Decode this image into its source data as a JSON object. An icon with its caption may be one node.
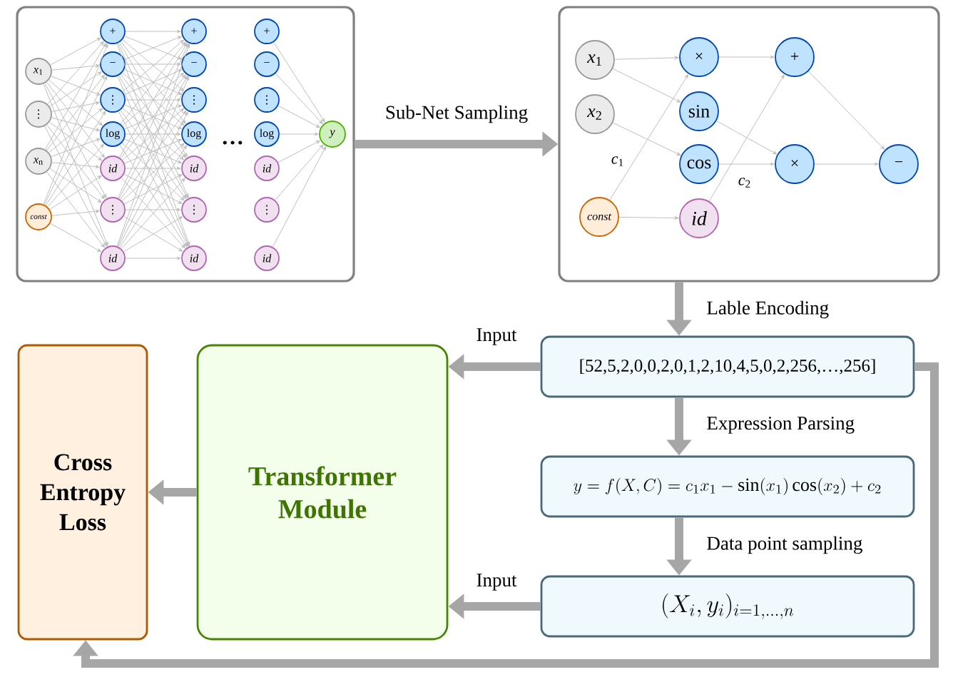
{
  "diagram": {
    "nodes": [
      {
        "text": [],
        "shape": "box"
      },
      {
        "text": [
          "*x*$_{1}$"
        ],
        "in": 0
      },
      {
        "text": [
          "⋮"
        ],
        "in": 0
      },
      {
        "text": [
          "*x*$_{n}$"
        ],
        "in": 0
      },
      {
        "text": [
          "const"
        ],
        "in": 0
      },
      {
        "text": [
          "+"
        ],
        "in": 0
      },
      {
        "text": [
          "−"
        ],
        "in": 0
      },
      {
        "text": [
          "⋮"
        ],
        "in": 0
      },
      {
        "text": [
          "log"
        ],
        "in": 0
      },
      {
        "text": [
          "id"
        ],
        "in": 0
      },
      {
        "text": [
          "⋮"
        ],
        "in": 0
      },
      {
        "text": [
          "id"
        ],
        "in": 0
      },
      {
        "text": [
          "+"
        ],
        "in": 0
      },
      {
        "text": [
          "−"
        ],
        "in": 0
      },
      {
        "text": [
          "⋮"
        ],
        "in": 0
      },
      {
        "text": [
          "log"
        ],
        "in": 0
      },
      {
        "text": [
          "id"
        ],
        "in": 0
      },
      {
        "text": [
          "⋮"
        ],
        "in": 0
      },
      {
        "text": [
          "id"
        ],
        "in": 0
      },
      {
        "text": [
          "+"
        ],
        "in": 0
      },
      {
        "text": [
          "−"
        ],
        "in": 0
      },
      {
        "text": [
          "⋮"
        ],
        "in": 0
      },
      {
        "text": [
          "log"
        ],
        "in": 0
      },
      {
        "text": [
          "id"
        ],
        "in": 0
      },
      {
        "text": [
          "⋮"
        ],
        "in": 0
      },
      {
        "text": [
          "id"
        ],
        "in": 0
      },
      {
        "text": [
          "y"
        ],
        "in": 0
      },
      {
        "text": [],
        "shape": "box"
      },
      {
        "text": [
          "*x*$_{1}$"
        ],
        "in": 27
      },
      {
        "text": [
          "*x*$_{2}$"
        ],
        "in": 27
      },
      {
        "text": [
          "const"
        ],
        "in": 27
      },
      {
        "text": [
          "×"
        ],
        "in": 27
      },
      {
        "text": [
          "sin"
        ],
        "in": 27
      },
      {
        "text": [
          "cos"
        ],
        "in": 27
      },
      {
        "text": [
          "id"
        ],
        "in": 27
      },
      {
        "text": [
          "+"
        ],
        "in": 27
      },
      {
        "text": [
          "×"
        ],
        "in": 27
      },
      {
        "text": [
          "−"
        ],
        "in": 27
      },
      {
        "text": [
          "Cross Entropy Loss"
        ]
      },
      {
        "text": [
          "Transformer Module"
        ]
      },
      {
        "text": [
          "[52,5,2,0,0,2,0,1,2,10,4,5,0,2,256,…,256]"
        ]
      },
      {
        "text": [
          "y=f(X,C)=c_1x_1-\\sin(x_1)\\cos(x_2)+c_2"
        ]
      },
      {
        "text": [
          "(X_i,y_i)_{i=1,\\ldots,n}"
        ]
      }
    ],
    "edges": [
      {
        "from": 1,
        "to": 5,
        "arrow": "to"
      },
      {
        "from": 1,
        "to": 6,
        "arrow": "to"
      },
      {
        "from": 1,
        "to": 7,
        "arrow": "to"
      },
      {
        "from": 1,
        "to": 8,
        "arrow": "to"
      },
      {
        "from": 1,
        "to": 9,
        "arrow": "to"
      },
      {
        "from": 1,
        "to": 10,
        "arrow": "to"
      },
      {
        "from": 1,
        "to": 11,
        "arrow": "to"
      },
      {
        "from": 2,
        "to": 5,
        "arrow": "to"
      },
      {
        "from": 2,
        "to": 6,
        "arrow": "to"
      },
      {
        "from": 2,
        "to": 7,
        "arrow": "to"
      },
      {
        "from": 2,
        "to": 8,
        "arrow": "to"
      },
      {
        "from": 2,
        "to": 9,
        "arrow": "to"
      },
      {
        "from": 2,
        "to": 10,
        "arrow": "to"
      },
      {
        "from": 2,
        "to": 11,
        "arrow": "to"
      },
      {
        "from": 3,
        "to": 5,
        "arrow": "to"
      },
      {
        "from": 3,
        "to": 6,
        "arrow": "to"
      },
      {
        "from": 3,
        "to": 7,
        "arrow": "to"
      },
      {
        "from": 3,
        "to": 8,
        "arrow": "to"
      },
      {
        "from": 3,
        "to": 9,
        "arrow": "to"
      },
      {
        "from": 3,
        "to": 10,
        "arrow": "to"
      },
      {
        "from": 3,
        "to": 11,
        "arrow": "to"
      },
      {
        "from": 4,
        "to": 5,
        "arrow": "to"
      },
      {
        "from": 4,
        "to": 6,
        "arrow": "to"
      },
      {
        "from": 4,
        "to": 7,
        "arrow": "to"
      },
      {
        "from": 4,
        "to": 8,
        "arrow": "to"
      },
      {
        "from": 4,
        "to": 9,
        "arrow": "to"
      },
      {
        "from": 4,
        "to": 10,
        "arrow": "to"
      },
      {
        "from": 4,
        "to": 11,
        "arrow": "to"
      },
      {
        "from": 5,
        "to": 12,
        "arrow": "to"
      },
      {
        "from": 5,
        "to": 13,
        "arrow": "to"
      },
      {
        "from": 5,
        "to": 14,
        "arrow": "to"
      },
      {
        "from": 5,
        "to": 15,
        "arrow": "to"
      },
      {
        "from": 5,
        "to": 16,
        "arrow": "to"
      },
      {
        "from": 5,
        "to": 17,
        "arrow": "to"
      },
      {
        "from": 5,
        "to": 18,
        "arrow": "to"
      },
      {
        "from": 6,
        "to": 12,
        "arrow": "to"
      },
      {
        "from": 6,
        "to": 13,
        "arrow": "to"
      },
      {
        "from": 6,
        "to": 14,
        "arrow": "to"
      },
      {
        "from": 6,
        "to": 15,
        "arrow": "to"
      },
      {
        "from": 6,
        "to": 16,
        "arrow": "to"
      },
      {
        "from": 6,
        "to": 17,
        "arrow": "to"
      },
      {
        "from": 6,
        "to": 18,
        "arrow": "to"
      },
      {
        "from": 7,
        "to": 12,
        "arrow": "to"
      },
      {
        "from": 7,
        "to": 13,
        "arrow": "to"
      },
      {
        "from": 7,
        "to": 14,
        "arrow": "to"
      },
      {
        "from": 7,
        "to": 15,
        "arrow": "to"
      },
      {
        "from": 7,
        "to": 16,
        "arrow": "to"
      },
      {
        "from": 7,
        "to": 17,
        "arrow": "to"
      },
      {
        "from": 7,
        "to": 18,
        "arrow": "to"
      },
      {
        "from": 8,
        "to": 12,
        "arrow": "to"
      },
      {
        "from": 8,
        "to": 13,
        "arrow": "to"
      },
      {
        "from": 8,
        "to": 14,
        "arrow": "to"
      },
      {
        "from": 8,
        "to": 15,
        "arrow": "to"
      },
      {
        "from": 8,
        "to": 16,
        "arrow": "to"
      },
      {
        "from": 8,
        "to": 17,
        "arrow": "to"
      },
      {
        "from": 8,
        "to": 18,
        "arrow": "to"
      },
      {
        "from": 9,
        "to": 12,
        "arrow": "to"
      },
      {
        "from": 9,
        "to": 13,
        "arrow": "to"
      },
      {
        "from": 9,
        "to": 14,
        "arrow": "to"
      },
      {
        "from": 9,
        "to": 15,
        "arrow": "to"
      },
      {
        "from": 9,
        "to": 16,
        "arrow": "to"
      },
      {
        "from": 9,
        "to": 17,
        "arrow": "to"
      },
      {
        "from": 9,
        "to": 18,
        "arrow": "to"
      },
      {
        "from": 10,
        "to": 12,
        "arrow": "to"
      },
      {
        "from": 10,
        "to": 13,
        "arrow": "to"
      },
      {
        "from": 10,
        "to": 14,
        "arrow": "to"
      },
      {
        "from": 10,
        "to": 15,
        "arrow": "to"
      },
      {
        "from": 10,
        "to": 16,
        "arrow": "to"
      },
      {
        "from": 10,
        "to": 17,
        "arrow": "to"
      },
      {
        "from": 10,
        "to": 18,
        "arrow": "to"
      },
      {
        "from": 11,
        "to": 12,
        "arrow": "to"
      },
      {
        "from": 11,
        "to": 13,
        "arrow": "to"
      },
      {
        "from": 11,
        "to": 14,
        "arrow": "to"
      },
      {
        "from": 11,
        "to": 15,
        "arrow": "to"
      },
      {
        "from": 11,
        "to": 16,
        "arrow": "to"
      },
      {
        "from": 11,
        "to": 17,
        "arrow": "to"
      },
      {
        "from": 11,
        "to": 18,
        "arrow": "to"
      },
      {
        "from": 19,
        "to": 26,
        "arrow": "to"
      },
      {
        "from": 20,
        "to": 26,
        "arrow": "to"
      },
      {
        "from": 21,
        "to": 26,
        "arrow": "to"
      },
      {
        "from": 22,
        "to": 26,
        "arrow": "to"
      },
      {
        "from": 23,
        "to": 26,
        "arrow": "to"
      },
      {
        "from": 24,
        "to": 26,
        "arrow": "to"
      },
      {
        "from": 25,
        "to": 26,
        "arrow": "to"
      },
      {
        "from": 28,
        "to": 31,
        "arrow": "to"
      },
      {
        "from": 28,
        "to": 32,
        "arrow": "to"
      },
      {
        "from": 29,
        "to": 33,
        "arrow": "to"
      },
      {
        "from": 30,
        "to": 31,
        "arrow": "to",
        "label": "*c*$_{1}$"
      },
      {
        "from": 30,
        "to": 34,
        "arrow": "to"
      },
      {
        "from": 31,
        "to": 35,
        "arrow": "to"
      },
      {
        "from": 32,
        "to": 36,
        "arrow": "to"
      },
      {
        "from": 33,
        "to": 36,
        "arrow": "to"
      },
      {
        "from": 34,
        "to": 35,
        "arrow": "to",
        "label": "*c*$_{2}$"
      },
      {
        "from": 35,
        "to": 37,
        "arrow": "to"
      },
      {
        "from": 36,
        "to": 37,
        "arrow": "to"
      },
      {
        "from": 0,
        "to": 27,
        "arrow": "to",
        "label": "Sub-Net Sampling",
        "style": "thick",
        "color": "#a6a6a6"
      },
      {
        "from": 27,
        "to": 40,
        "arrow": "to",
        "label": "Lable Encoding",
        "style": "thick",
        "color": "#a6a6a6"
      },
      {
        "from": 40,
        "to": 39,
        "arrow": "to",
        "label": "Input",
        "style": "thick",
        "color": "#a6a6a6"
      },
      {
        "from": 40,
        "to": 41,
        "arrow": "to",
        "label": "Expression Parsing",
        "style": "thick",
        "color": "#a6a6a6"
      },
      {
        "from": 41,
        "to": 42,
        "arrow": "to",
        "label": "Data point sampling",
        "style": "thick",
        "color": "#a6a6a6"
      },
      {
        "from": 42,
        "to": 39,
        "arrow": "to",
        "label": "Input",
        "style": "thick",
        "color": "#a6a6a6"
      },
      {
        "from": 39,
        "to": 38,
        "arrow": "to",
        "style": "thick",
        "color": "#a6a6a6"
      },
      {
        "from": 40,
        "to": 38,
        "arrow": "to",
        "style": "thick",
        "color": "#a6a6a6"
      }
    ],
    "labels": [
      "…"
    ]
  }
}
